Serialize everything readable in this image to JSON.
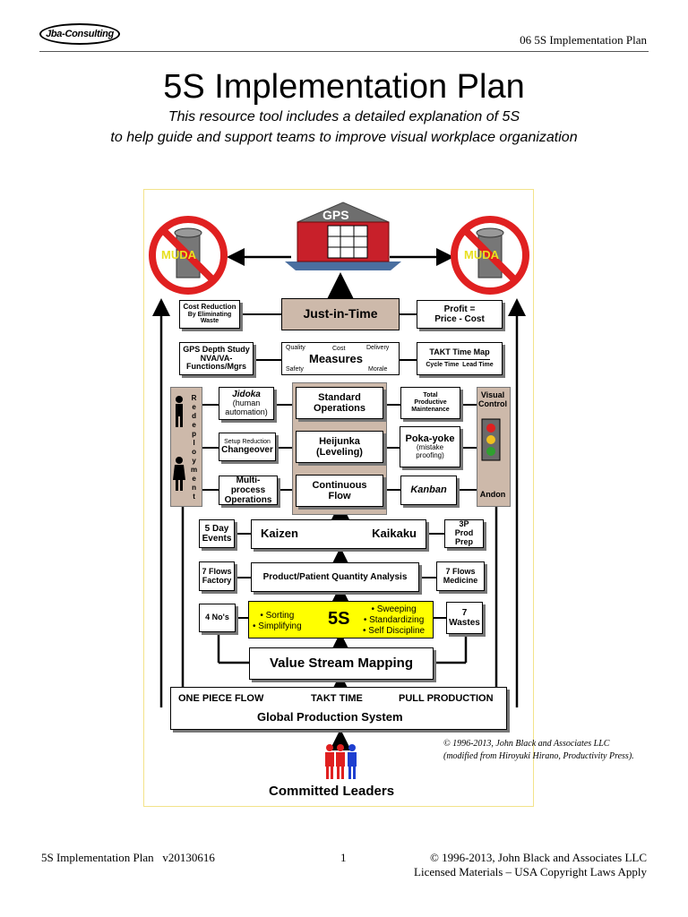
{
  "header": {
    "logo": "Jba-Consulting",
    "right": "06 5S Implementation Plan"
  },
  "title": "5S Implementation Plan",
  "subtitle_line1": "This resource tool includes a detailed explanation of 5S",
  "subtitle_line2": "to help guide and support teams to improve visual workplace organization",
  "diagram": {
    "gps": "GPS",
    "muda_left": "MUDA",
    "muda_right": "MUDA",
    "cost_reduction": "Cost Reduction",
    "cost_reduction_sub": "By Eliminating Waste",
    "jit": "Just-in-Time",
    "profit": "Profit =",
    "profit_sub": "Price - Cost",
    "gps_depth": "GPS Depth Study",
    "nva": "NVA/VA-",
    "functions": "Functions/Mgrs",
    "measures": "Measures",
    "quality": "Quality",
    "cost": "Cost",
    "delivery": "Delivery",
    "safety": "Safety",
    "morale": "Morale",
    "takt_map": "TAKT Time Map",
    "cycle_time": "Cycle Time",
    "lead_time": "Lead Time",
    "redeployment": [
      "R",
      "e",
      "d",
      "e",
      "p",
      "l",
      "o",
      "y",
      "m",
      "e",
      "n",
      "t"
    ],
    "visual": "Visual",
    "control": "Control",
    "andon": "Andon",
    "jidoka": "Jidoka",
    "human": "(human",
    "automation": "automation)",
    "standard": "Standard",
    "operations": "Operations",
    "tpm1": "Total",
    "tpm2": "Productive",
    "tpm3": "Maintenance",
    "setup": "Setup Reduction",
    "changeover": "Changeover",
    "heijunka": "Heijunka",
    "leveling": "(Leveling)",
    "pokayoke": "Poka-yoke",
    "mistake": "(mistake",
    "proofing": "proofing)",
    "multiprocess": "Multi-process",
    "mp_operations": "Operations",
    "continuous": "Continuous",
    "flow": "Flow",
    "kanban": "Kanban",
    "five_day": "5 Day",
    "events": "Events",
    "kaizen": "Kaizen",
    "kaikaku": "Kaikaku",
    "p3_1": "3P",
    "p3_2": "Prod",
    "p3_3": "Prep",
    "flows_factory1": "7 Flows",
    "flows_factory2": "Factory",
    "ppqa": "Product/Patient Quantity Analysis",
    "flows_medicine1": "7 Flows",
    "flows_medicine2": "Medicine",
    "four_nos": "4 No's",
    "sorting": "Sorting",
    "simplifying": "Simplifying",
    "five_s": "5S",
    "sweeping": "Sweeping",
    "standardizing": "Standardizing",
    "self_discipline": "Self Discipline",
    "seven": "7",
    "wastes": "Wastes",
    "vsm": "Value Stream Mapping",
    "one_piece_flow": "ONE PIECE FLOW",
    "takt_time": "TAKT TIME",
    "pull_production": "PULL PRODUCTION",
    "gps_full": "Global Production System",
    "committed": "Committed Leaders"
  },
  "credit_line1": "© 1996-2013, John Black and Associates LLC",
  "credit_line2": "(modified from Hiroyuki Hirano, Productivity Press).",
  "footer": {
    "left": "5S Implementation Plan   v20130616",
    "page": "1",
    "right1": "© 1996-2013, John Black and Associates LLC",
    "right2": "Licensed Materials – USA Copyright Laws Apply"
  },
  "colors": {
    "yellow": "#ffff00",
    "frame": "#f3e38a",
    "muda_red": "#e02020",
    "building": "#c8202a",
    "gray_panel": "#cdb9aa"
  }
}
